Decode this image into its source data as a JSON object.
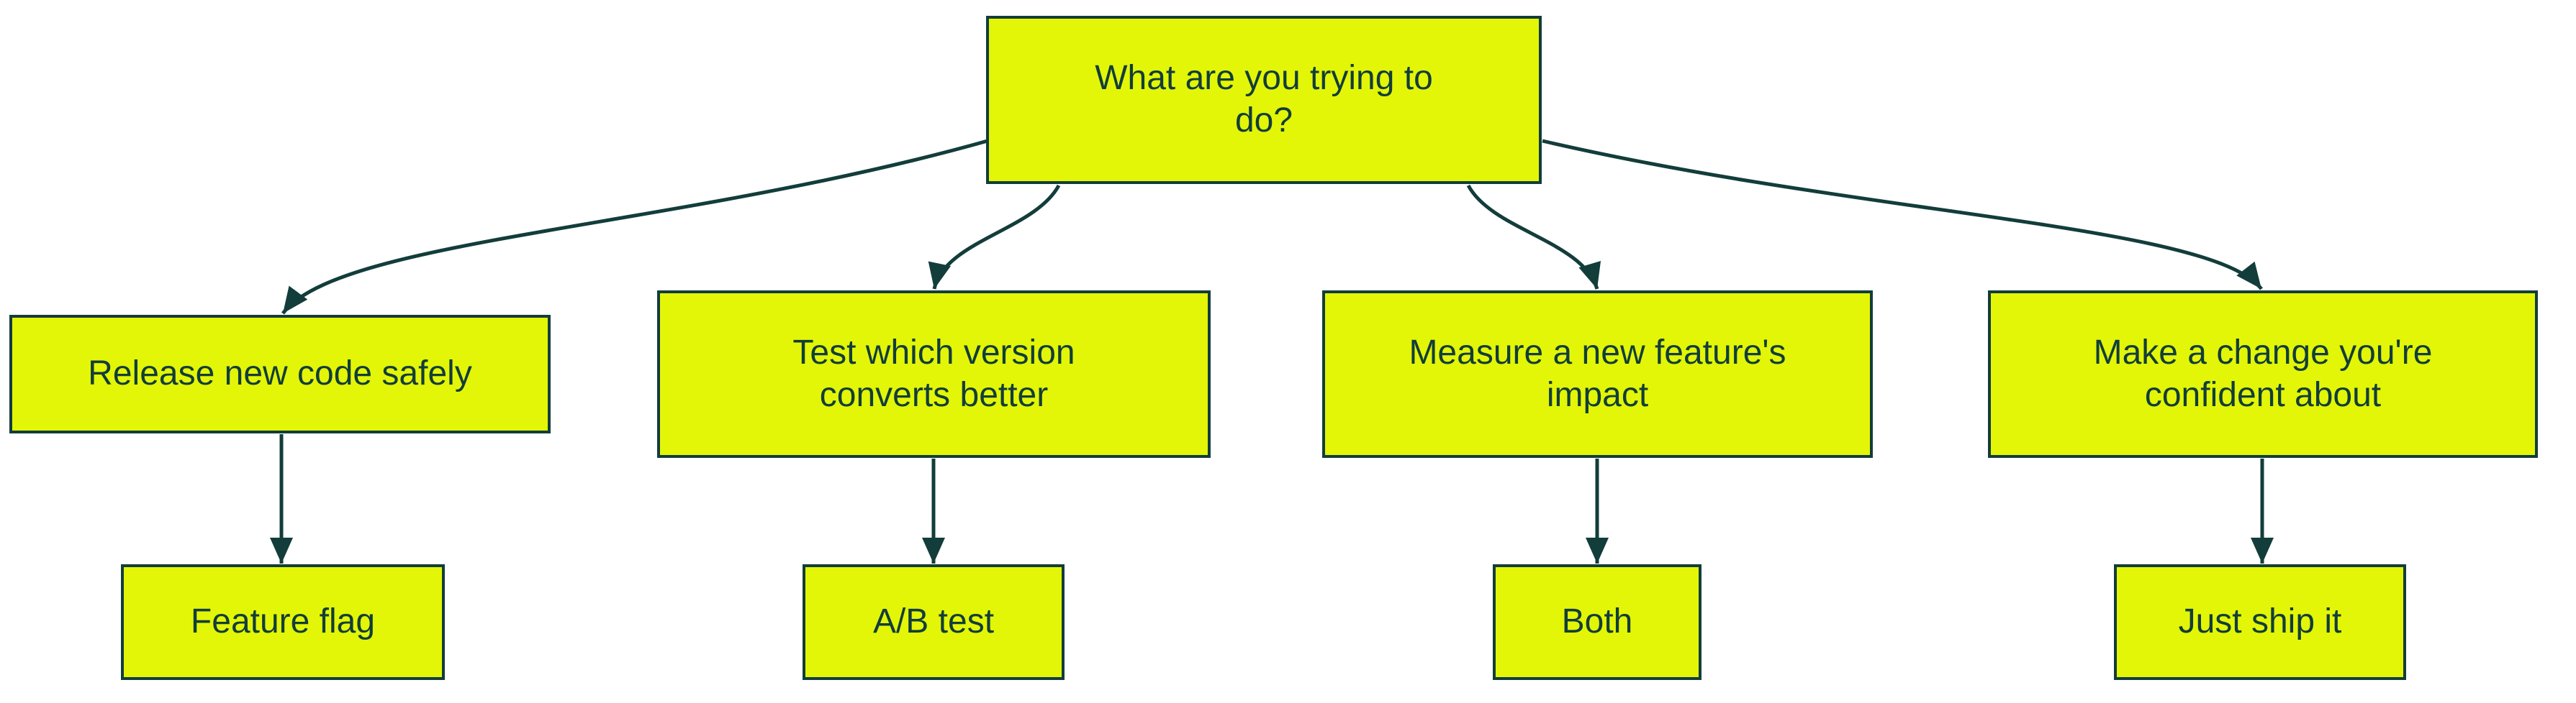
{
  "colors": {
    "background": "#ffffff",
    "node_fill": "#e3f607",
    "node_border": "#123d3b",
    "node_text": "#123d3b",
    "edge_stroke": "#123d3b"
  },
  "diagram": {
    "type": "flowchart",
    "direction": "top-down",
    "root": {
      "label": "What are you trying to do?"
    },
    "branches": [
      {
        "goal": "Release new code safely",
        "result": "Feature flag"
      },
      {
        "goal": "Test which version converts better",
        "result": "A/B test"
      },
      {
        "goal": "Measure a new feature's impact",
        "result": "Both"
      },
      {
        "goal": "Make a change you're confident about",
        "result": "Just ship it"
      }
    ]
  }
}
